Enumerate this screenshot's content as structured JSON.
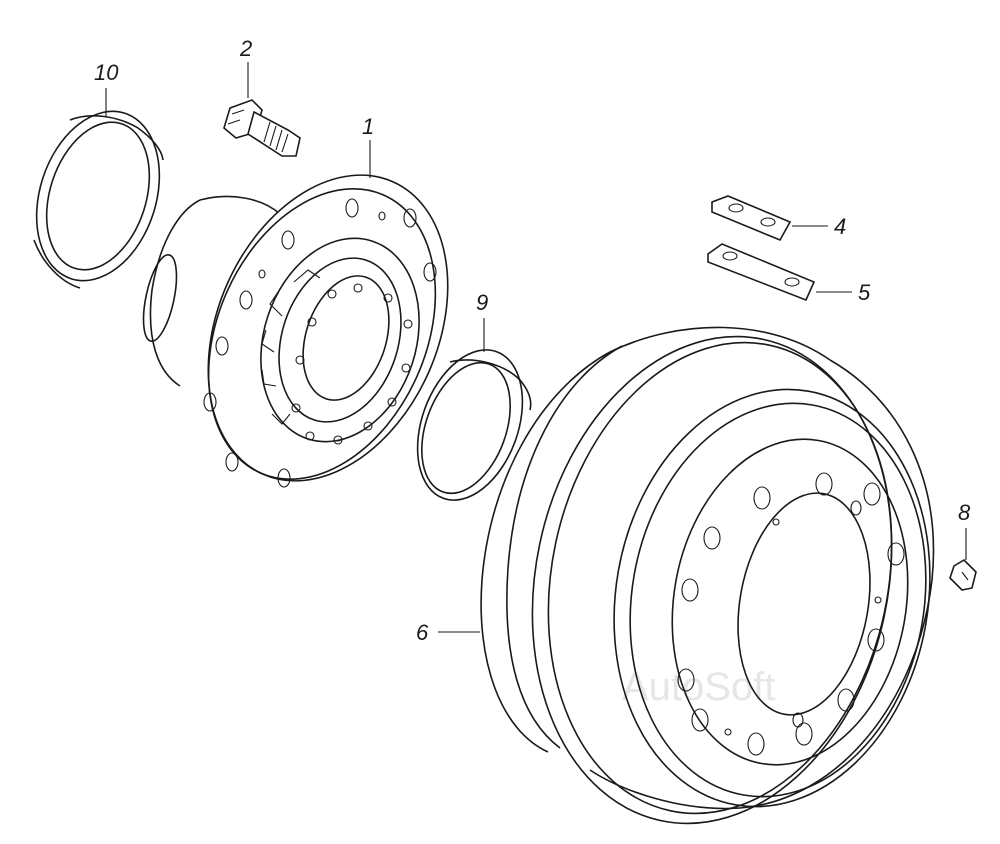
{
  "watermark": "AutoSoft",
  "callouts": [
    {
      "id": "10",
      "text": "10"
    },
    {
      "id": "2",
      "text": "2"
    },
    {
      "id": "1",
      "text": "1"
    },
    {
      "id": "4",
      "text": "4"
    },
    {
      "id": "5",
      "text": "5"
    },
    {
      "id": "9",
      "text": "9"
    },
    {
      "id": "8",
      "text": "8"
    },
    {
      "id": "6",
      "text": "6"
    }
  ]
}
